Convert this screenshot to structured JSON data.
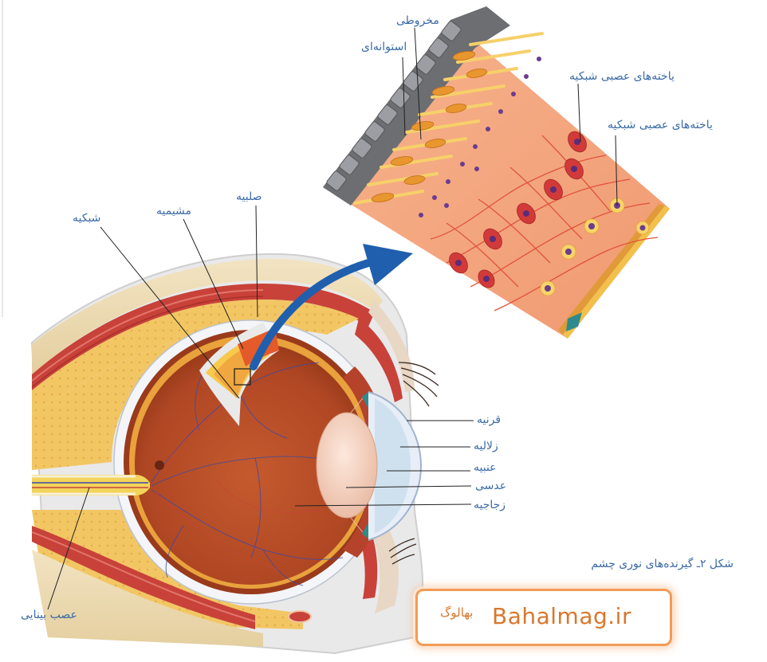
{
  "labels": {
    "cone": "مخروطی",
    "rod": "استوانه‌ای",
    "retina_neuron_1": "یاخته‌های عصبی شبکیه",
    "retina_neuron_2": "یاخته‌های عصبی شبکیه",
    "retina": "شبکیه",
    "choroid": "مشیمیه",
    "sclera": "صلبیه",
    "cornea": "قرنیه",
    "aqueous_humor": "زلالیه",
    "iris": "عنبیه",
    "lens": "عدسی",
    "vitreous": "زجاجیه",
    "optic_nerve": "عصب بینایی"
  },
  "caption": "شکل ۲ـ گیرنده‌های نوری چشم",
  "watermark": {
    "text": "Bahalmag.ir",
    "script_mark": "بهالوگ"
  },
  "colors": {
    "label": "#3b6aa6",
    "eyeball": "#c1522a",
    "sclera": "#f4f5f8",
    "muscle": "#c8423a",
    "fat": "#f2c565",
    "arrow": "#1f5fae",
    "logo": "#d8772c"
  }
}
